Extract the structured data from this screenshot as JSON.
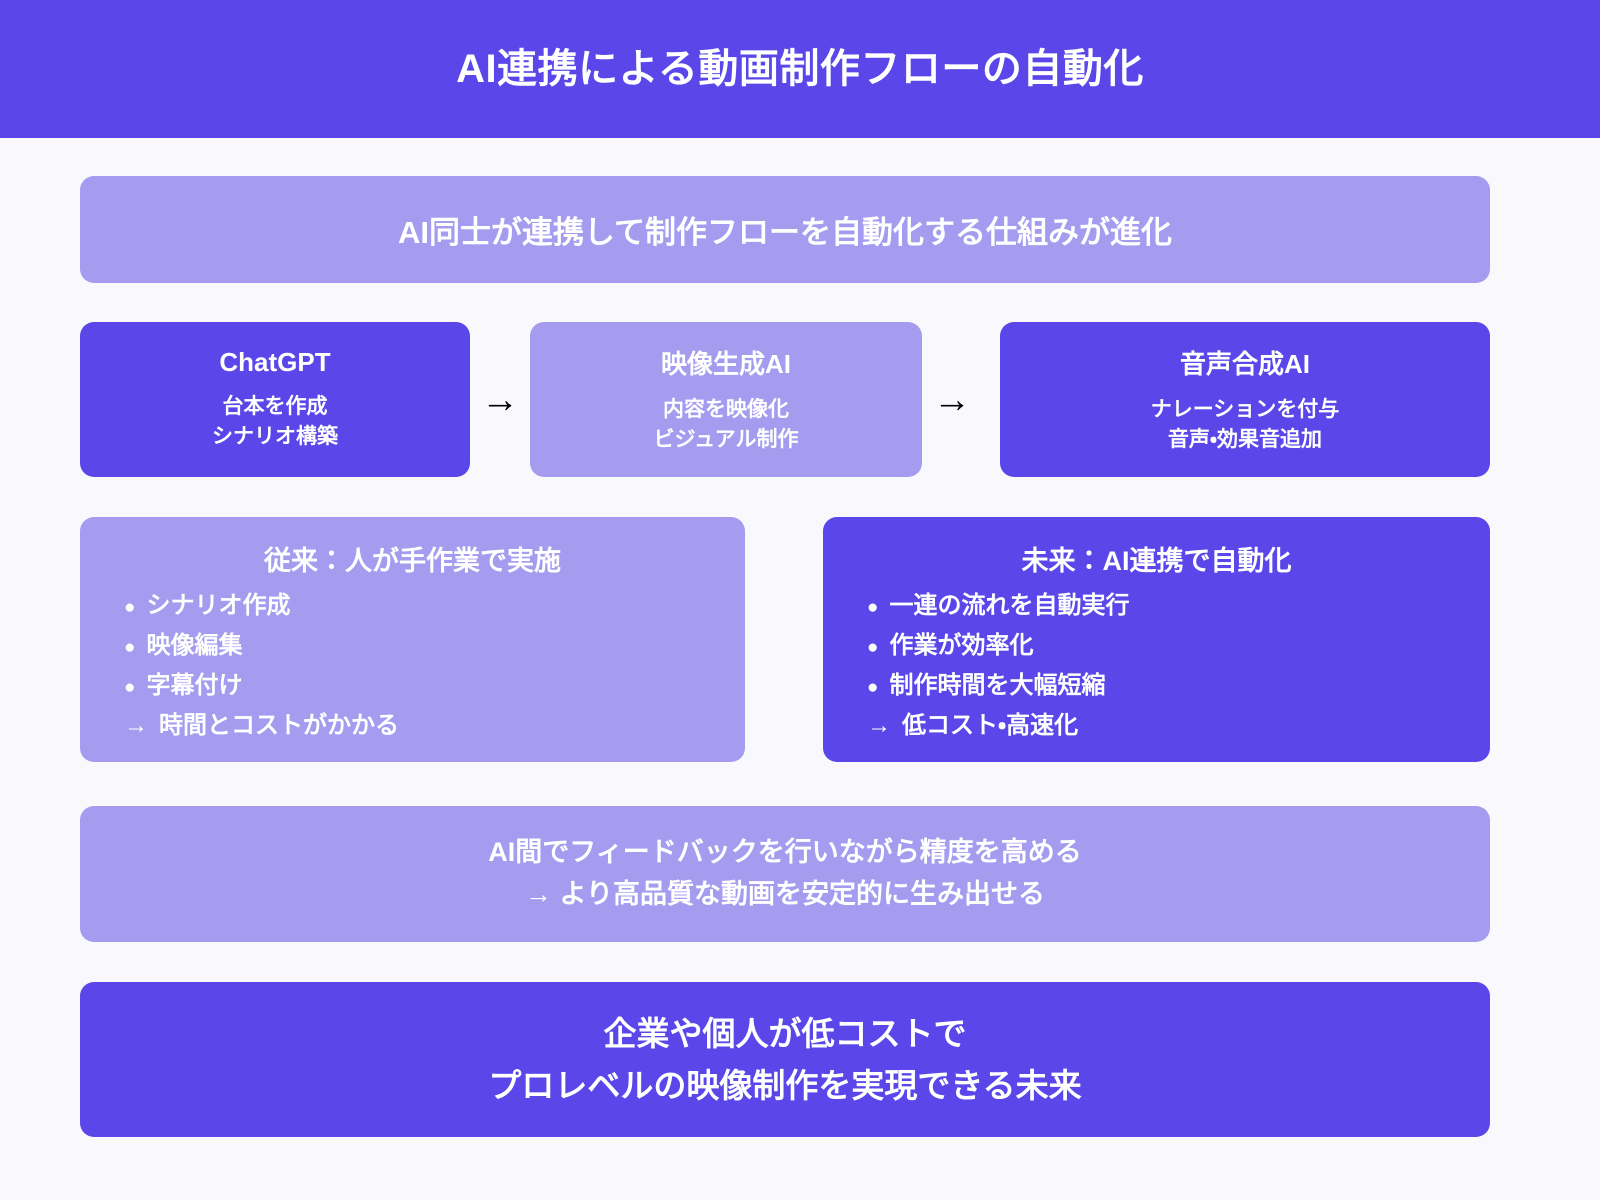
{
  "colors": {
    "accent_dark": "#5b46e9",
    "accent_light": "#a59cf0",
    "background": "#f8f8fd",
    "text_on_accent": "#ffffff",
    "arrow": "#000000"
  },
  "header": {
    "title": "AI連携による動画制作フローの自動化"
  },
  "subtitle": {
    "text": "AI同士が連携して制作フローを自動化する仕組みが進化"
  },
  "flow": {
    "steps": [
      {
        "title": "ChatGPT",
        "desc_line1": "台本を作成",
        "desc_line2": "シナリオ構築",
        "tone": "dark"
      },
      {
        "title": "映像生成AI",
        "desc_line1": "内容を映像化",
        "desc_line2": "ビジュアル制作",
        "tone": "light"
      },
      {
        "title": "音声合成AI",
        "desc_line1": "ナレーションを付与",
        "desc_line2": "音声・効果音追加",
        "tone": "dark"
      }
    ],
    "connector_glyph": "→"
  },
  "comparison": {
    "left": {
      "heading": "従来：人が手作業で実施",
      "items": [
        {
          "marker": "●",
          "text": "シナリオ作成"
        },
        {
          "marker": "●",
          "text": "映像編集"
        },
        {
          "marker": "●",
          "text": "字幕付け"
        },
        {
          "marker": "→",
          "text": "時間とコストがかかる"
        }
      ]
    },
    "right": {
      "heading": "未来：AI連携で自動化",
      "items": [
        {
          "marker": "●",
          "text": "一連の流れを自動実行"
        },
        {
          "marker": "●",
          "text": "作業が効率化"
        },
        {
          "marker": "●",
          "text": "制作時間を大幅短縮"
        },
        {
          "marker": "→",
          "text": "低コスト・高速化"
        }
      ]
    }
  },
  "feedback": {
    "line1": "AI間でフィードバックを行いながら精度を高める",
    "line2": "→ より高品質な動画を安定的に生み出せる"
  },
  "conclusion": {
    "line1": "企業や個人が低コストで",
    "line2": "プロレベルの映像制作を実現できる未来"
  }
}
